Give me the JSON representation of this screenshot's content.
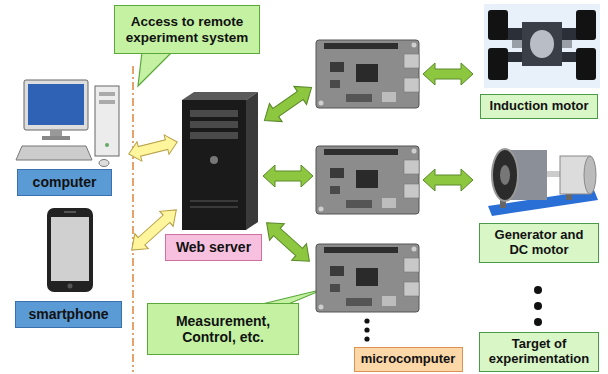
{
  "diagram": {
    "nodes": [
      {
        "text": [
          "Access to remote experiment system"
        ]
      },
      {
        "text": [
          "computer"
        ]
      },
      {
        "text": [
          "Web server"
        ]
      },
      {
        "text": [
          "Induction motor"
        ]
      },
      {
        "text": [
          "Generator and DC motor"
        ]
      },
      {
        "text": [
          "smartphone"
        ]
      },
      {
        "text": [
          "Measurement, Control, etc."
        ]
      },
      {
        "text": [
          "microcomputer"
        ]
      },
      {
        "text": [
          "Target of experimentation"
        ]
      }
    ]
  }
}
